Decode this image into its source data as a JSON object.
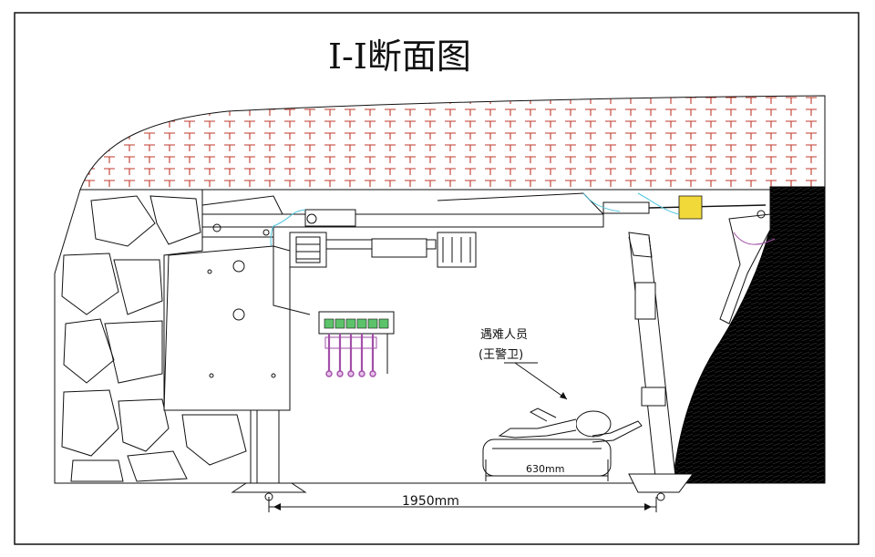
{
  "drawing": {
    "title": "I-I断面图",
    "victim_label_line1": "遇难人员",
    "victim_label_line2": "(王警卫)",
    "dim_small": "630mm",
    "dim_large": "1950mm"
  },
  "colors": {
    "line": "#111111",
    "roof_marks": "#c0392b",
    "cyan_outline": "#4fc6de",
    "valve_handles": "#a24fa8",
    "valve_green": "#5cc36a",
    "coal_seam": "#000000"
  },
  "icons": {
    "rock_wall": "rock-pattern",
    "coal_wall": "coal-hatch",
    "person": "lying-person-figure"
  }
}
